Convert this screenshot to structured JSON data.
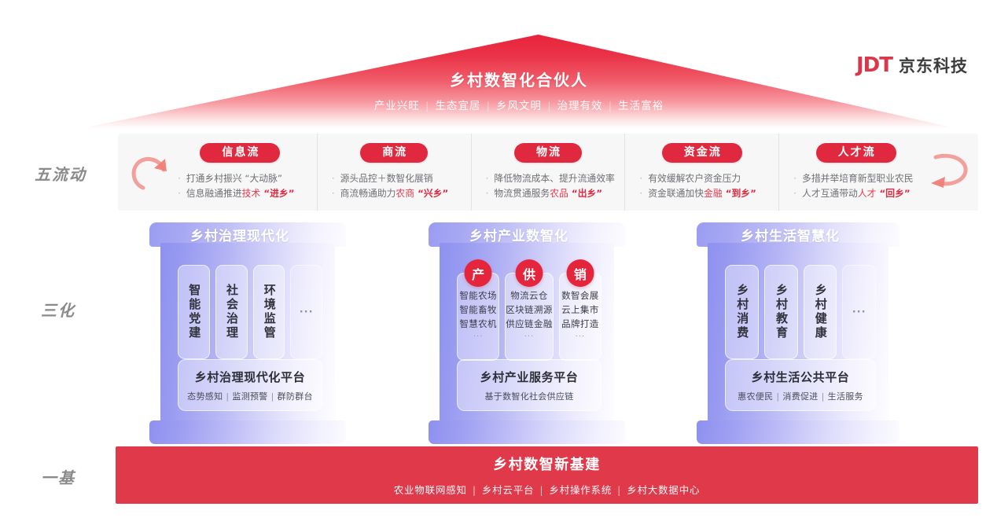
{
  "logo": {
    "mark": "JDT",
    "name": "京东科技"
  },
  "roof": {
    "title": "乡村数智化合伙人",
    "subtitle_parts": [
      "产业兴旺",
      "生态宜居",
      "乡风文明",
      "治理有效",
      "生活富裕"
    ],
    "separator": "|"
  },
  "rail_labels": {
    "flow": "五流动",
    "hua": "三化",
    "base": "一基"
  },
  "flows": {
    "arrow_left": "curved-arrow-icon",
    "arrow_right": "curved-arrow-icon",
    "columns": [
      {
        "badge": "信息流",
        "items": [
          {
            "plain": "打通乡村振兴 “大动脉”",
            "parts": [
              {
                "t": "打通乡村振兴 “大动脉”",
                "s": "n"
              }
            ]
          },
          {
            "plain": "信息融通推进技术 “进乡”",
            "parts": [
              {
                "t": "信息融通推进",
                "s": "n"
              },
              {
                "t": "技术",
                "s": "r"
              },
              {
                "t": " “进乡”",
                "s": "rb"
              }
            ]
          }
        ]
      },
      {
        "badge": "商流",
        "items": [
          {
            "plain": "源头品控＋数智化展销",
            "parts": [
              {
                "t": "源头品控＋数智化展销",
                "s": "n"
              }
            ]
          },
          {
            "plain": "商流畅通助力农商 “兴乡”",
            "parts": [
              {
                "t": "商流畅通助力",
                "s": "n"
              },
              {
                "t": "农商",
                "s": "r"
              },
              {
                "t": " “兴乡”",
                "s": "rb"
              }
            ]
          }
        ]
      },
      {
        "badge": "物流",
        "items": [
          {
            "plain": "降低物流成本、提升流通效率",
            "parts": [
              {
                "t": "降低物流成本、提升流通效率",
                "s": "n"
              }
            ]
          },
          {
            "plain": "物流贯通服务农品 “出乡”",
            "parts": [
              {
                "t": "物流贯通服务",
                "s": "n"
              },
              {
                "t": "农品",
                "s": "r"
              },
              {
                "t": " “出乡”",
                "s": "rb"
              }
            ]
          }
        ]
      },
      {
        "badge": "资金流",
        "items": [
          {
            "plain": "有效缓解农户资金压力",
            "parts": [
              {
                "t": "有效缓解农户资金压力",
                "s": "n"
              }
            ]
          },
          {
            "plain": "资金联通加快金融 “到乡”",
            "parts": [
              {
                "t": "资金联通加快",
                "s": "n"
              },
              {
                "t": "金融",
                "s": "r"
              },
              {
                "t": " “到乡”",
                "s": "rb"
              }
            ]
          }
        ]
      },
      {
        "badge": "人才流",
        "items": [
          {
            "plain": "多措并举培育新型职业农民",
            "parts": [
              {
                "t": "多措并举培育新型职业农民",
                "s": "n"
              }
            ]
          },
          {
            "plain": "人才互通带动人才 “回乡”",
            "parts": [
              {
                "t": "人才互通带动",
                "s": "n"
              },
              {
                "t": "人才",
                "s": "r"
              },
              {
                "t": " “回乡”",
                "s": "rb"
              }
            ]
          }
        ]
      }
    ],
    "bullet": "·"
  },
  "pillars": [
    {
      "title": "乡村治理现代化",
      "type": "vertical",
      "cards": [
        "智能党建",
        "社会治理",
        "环境监管"
      ],
      "ellipsis": "···",
      "platform": {
        "title": "乡村治理现代化平台",
        "sub_parts": [
          "态势感知",
          "监测预警",
          "群防群台"
        ],
        "separator": "|"
      }
    },
    {
      "title": "乡村产业数智化",
      "type": "badge",
      "groups": [
        {
          "badge": "产",
          "items": [
            "智能农场",
            "智能畜牧",
            "智慧农机"
          ],
          "dots": "···"
        },
        {
          "badge": "供",
          "items": [
            "物流云仓",
            "区块链溯源",
            "供应链金融"
          ],
          "dots": "···"
        },
        {
          "badge": "销",
          "items": [
            "数智会展",
            "云上集市",
            "品牌打造"
          ],
          "dots": "···"
        }
      ],
      "platform": {
        "title": "乡村产业服务平台",
        "sub_parts": [
          "基于数智化社会供应链"
        ],
        "separator": "|"
      }
    },
    {
      "title": "乡村生活智慧化",
      "type": "vertical",
      "cards": [
        "乡村消费",
        "乡村教育",
        "乡村健康"
      ],
      "ellipsis": "···",
      "platform": {
        "title": "乡村生活公共平台",
        "sub_parts": [
          "惠农便民",
          "消费促进",
          "生活服务"
        ],
        "separator": "|"
      }
    }
  ],
  "base": {
    "title": "乡村数智新基建",
    "sub_parts": [
      "农业物联网感知",
      "乡村云平台",
      "乡村操作系统",
      "乡村大数据中心"
    ],
    "separator": "|"
  },
  "colors": {
    "red": "#e0293f",
    "red_base": "#e0394a",
    "roof_red": "#e8243c",
    "pillar_purple": "#9a9cf2",
    "band_bg": "#f7f7f8",
    "logo_red": "#d8384a"
  }
}
